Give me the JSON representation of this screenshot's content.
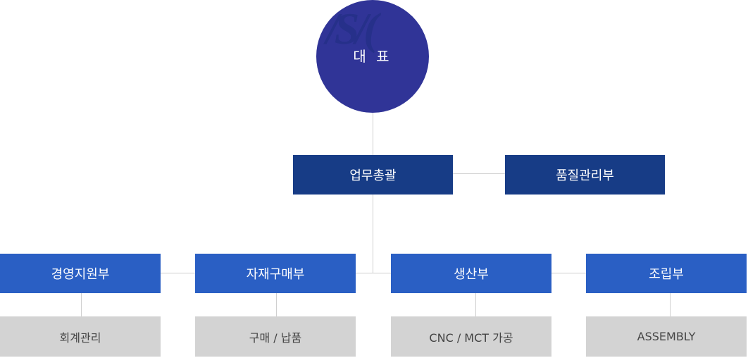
{
  "ceo": {
    "label": "대 표",
    "logo_text": "JSH"
  },
  "level2": [
    {
      "label": "업무총괄"
    },
    {
      "label": "품질관리부"
    }
  ],
  "departments": [
    {
      "label": "경영지원부",
      "sub": "회계관리"
    },
    {
      "label": "자재구매부",
      "sub": "구매 / 납품"
    },
    {
      "label": "생산부",
      "sub": "CNC / MCT 가공"
    },
    {
      "label": "조립부",
      "sub": "ASSEMBLY"
    }
  ],
  "colors": {
    "ceo": "#303497",
    "level2": "#173c86",
    "dept": "#2a5fc4",
    "sub": "#d3d3d3"
  }
}
